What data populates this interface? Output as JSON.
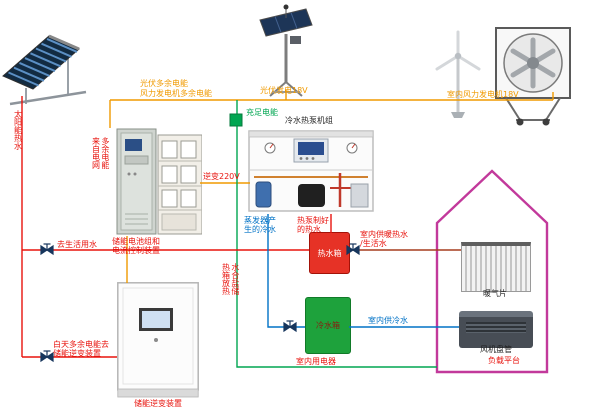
{
  "colors": {
    "electric": "#f09a00",
    "sufficient": "#00a651",
    "hot": "#e8130d",
    "chilled": "#0072c6",
    "heating": "#a63d1f",
    "house": "#c2399b",
    "valve": "#17365d"
  },
  "labels": {
    "solar_hot_water": "太阳能热水",
    "pv_surplus": "光伏多余电能",
    "wind_surplus": "风力发电机多余电能",
    "pv_gen": "光伏发电18V",
    "wind_gen": "室内风力发电机18V",
    "sufficient_power": "充足电能",
    "inverter_220v": "逆变220V",
    "grid_power": "多余电能\n来自电网",
    "battery_cabinet": "储能电池组和\n电流控制装置",
    "heat_pump_unit": "冷水热泵机组",
    "evaporator_chilled": "蒸发器产\n生的冷水",
    "heat_pump_hot": "热泵制好\n的热水",
    "hot_tank": "热水箱",
    "cold_tank": "冷水箱",
    "domestic_water": "去生活用水",
    "salt_heat_storage": "水合盐储\n热箱放热",
    "indoor_heating_water": "室内供暖热水\n/生活水",
    "indoor_chilled_water": "室内供冷水",
    "indoor_appliances": "室内用电器",
    "radiator": "暖气片",
    "fan_coil": "风机盘管",
    "load_platform": "负载平台",
    "daytime_surplus": "白天多余电能去\n储能逆变装置",
    "storage_inverter": "储能逆变装置"
  }
}
